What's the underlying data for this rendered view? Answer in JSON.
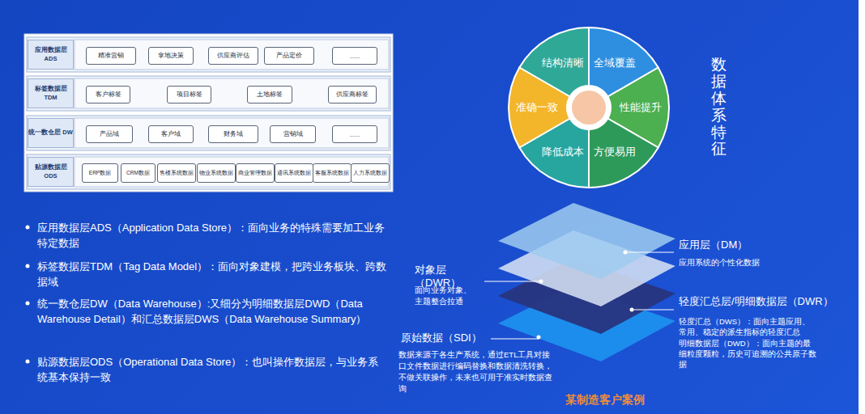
{
  "diagram": {
    "nodes": [
      {
        "text": [
          "应用数据层 ADS"
        ]
      },
      {
        "text": [
          "精准营销"
        ]
      },
      {
        "text": [
          "拿地决策"
        ]
      },
      {
        "text": [
          "供应商评估"
        ]
      },
      {
        "text": [
          "产品定价"
        ]
      },
      {
        "text": [
          "......"
        ]
      },
      {
        "text": [
          "标签数据层 TDM"
        ]
      },
      {
        "text": [
          "客户标签"
        ]
      },
      {
        "text": [
          "项目标签"
        ]
      },
      {
        "text": [
          "土地标签"
        ]
      },
      {
        "text": [
          "供应商标签"
        ]
      },
      {
        "text": [
          "统一数仓层 DW"
        ]
      },
      {
        "text": [
          "产品域"
        ]
      },
      {
        "text": [
          "客户域"
        ]
      },
      {
        "text": [
          "财务域"
        ]
      },
      {
        "text": [
          "营销域"
        ]
      },
      {
        "text": [
          "......"
        ]
      },
      {
        "text": [
          "贴源数据层 ODS"
        ]
      },
      {
        "text": [
          "ERP数据"
        ]
      },
      {
        "text": [
          "CRM数据"
        ]
      },
      {
        "text": [
          "售楼系统数据"
        ]
      },
      {
        "text": [
          "物业系统数据"
        ]
      },
      {
        "text": [
          "商业管理数据"
        ]
      },
      {
        "text": [
          "通讯系统数据"
        ]
      },
      {
        "text": [
          "客服系统数据"
        ]
      },
      {
        "text": [
          "人力系统数据"
        ]
      },
      {
        "text": [
          "结构清晰"
        ]
      },
      {
        "text": [
          "全域覆盖"
        ]
      },
      {
        "text": [
          "性能提升"
        ]
      },
      {
        "text": [
          "方便易用"
        ]
      },
      {
        "text": [
          "降低成本"
        ]
      },
      {
        "text": [
          "准确一致"
        ]
      }
    ],
    "labels": [
      "数据体系特征",
      "应用数据层ADS（Application Data Store）：面向业务的特殊需要加工业务特定数据",
      "标签数据层TDM（Tag Data Model）：面向对象建模，把跨业务板块、跨数据域",
      "统一数仓层DW（Data Warehouse）:又细分为明细数据层DWD（Data Warehouse Detail）和汇总数据层DWS（Data Warehouse Summary）",
      "贴源数据层ODS（Operational Data Store）：也叫操作数据层，与业务系统基本保持一致",
      "应用层（DM）",
      "应用系统的个性化数据",
      "对象层（DWR）",
      "面向业务对象、主题整合拉通",
      "轻度汇总层/明细数据层（DWR）",
      "轻度汇总（DWS）：面向主题应用、常用、稳定的派生指标的轻度汇总",
      "明细数据层（DWD）：面向主题的最细粒度颗粒，历史可追溯的公共原子数据",
      "原始数据（SDI）",
      "数据来源于各生产系统，通过ETL工具对接口文件数据进行编码替换和数据清洗转换，不做关联操作，未来也可用于准实时数据查询",
      "某制造客户案例"
    ]
  }
}
